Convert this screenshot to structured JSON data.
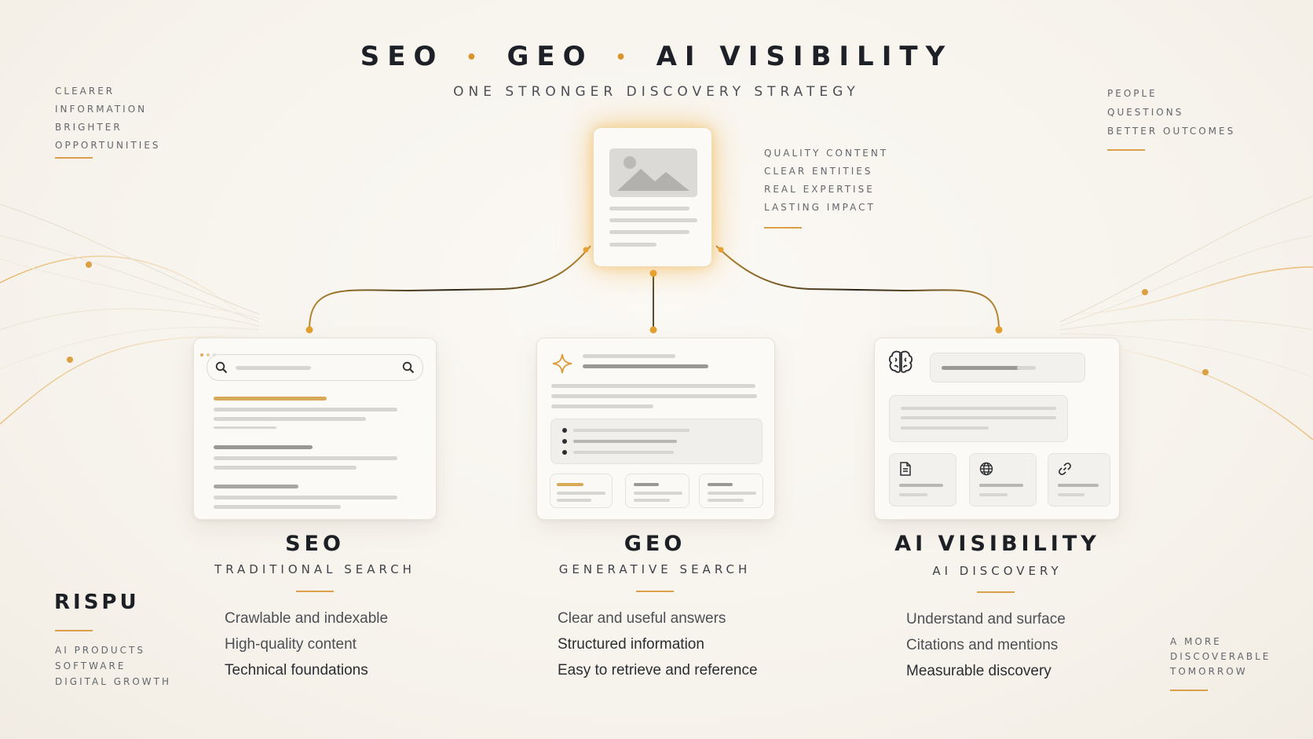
{
  "header": {
    "title_parts": [
      "SEO",
      "GEO",
      "AI VISIBILITY"
    ],
    "separator": "•",
    "subtitle": "ONE STRONGER DISCOVERY STRATEGY"
  },
  "notes": {
    "top_left": [
      "CLEARER",
      "INFORMATION",
      "BRIGHTER",
      "OPPORTUNITIES"
    ],
    "top_right": [
      "PEOPLE",
      "QUESTIONS",
      "BETTER OUTCOMES"
    ],
    "center_right": [
      "QUALITY CONTENT",
      "CLEAR ENTITIES",
      "REAL EXPERTISE",
      "LASTING IMPACT"
    ],
    "bottom_right": [
      "A MORE",
      "DISCOVERABLE",
      "TOMORROW"
    ]
  },
  "brand": {
    "name": "RISPU",
    "tagline": [
      "AI PRODUCTS",
      "SOFTWARE",
      "DIGITAL GROWTH"
    ]
  },
  "columns": [
    {
      "title": "SEO",
      "subtitle": "TRADITIONAL SEARCH",
      "items": [
        "Crawlable and indexable",
        "High-quality content",
        "Technical foundations"
      ]
    },
    {
      "title": "GEO",
      "subtitle": "GENERATIVE SEARCH",
      "items": [
        "Clear and useful answers",
        "Structured information",
        "Easy to retrieve and reference"
      ]
    },
    {
      "title": "AI VISIBILITY",
      "subtitle": "AI DISCOVERY",
      "items": [
        "Understand and surface",
        "Citations and mentions",
        "Measurable discovery"
      ]
    }
  ],
  "icons": {
    "top_card": "image-placeholder-icon",
    "seo_card": "search-icon",
    "geo_card": "sparkle-icon",
    "ai_card": "brain-icon",
    "ai_tiles": [
      "document-icon",
      "globe-icon",
      "link-icon"
    ]
  },
  "colors": {
    "accent": "#d9952b",
    "text": "#1c1f24",
    "background": "#f6f2eb"
  }
}
